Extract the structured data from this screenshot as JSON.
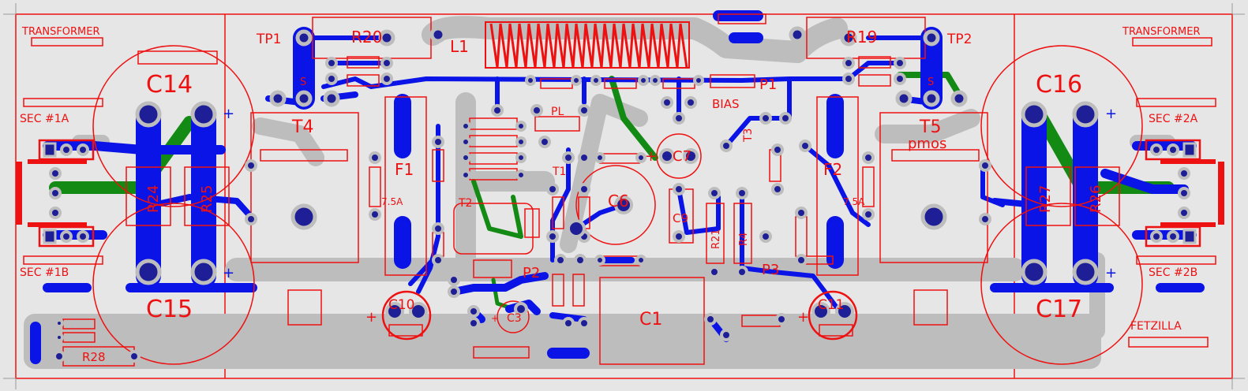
{
  "board": {
    "colors": {
      "copper_bottom": "#0a14e6",
      "copper_top": "#138a13",
      "ground_pour": "#bdbdbd",
      "silkscreen": "#ee1111",
      "background": "#e6e6e6"
    },
    "labels": {
      "transformer_left": "TRANSFORMER",
      "transformer_right": "TRANSFORMER",
      "sec1a": "SEC #1A",
      "sec1b": "SEC #1B",
      "sec2a": "SEC #2A",
      "sec2b": "SEC #2B",
      "fetzilla": "FETZILLA",
      "c14": "C14",
      "c15": "C15",
      "c16": "C16",
      "c17": "C17",
      "r24": "R24",
      "r25": "R25",
      "r26": "R26",
      "r27": "R27",
      "r28": "R28",
      "tp1": "TP1",
      "tp2": "TP2",
      "r20": "R20",
      "r19": "R19",
      "l1": "L1",
      "t4": "T4",
      "t5": "T5",
      "pmos": "pmos",
      "f1": "F1",
      "f2": "F2",
      "f1_rating": "7.5A",
      "f2_rating": "7.5A",
      "pl": "PL",
      "t1": "T1",
      "t2": "T2",
      "t3": "T3",
      "c6": "C6",
      "c7": "C7",
      "c9": "C9",
      "c10": "C10",
      "c11": "C11",
      "c3": "C3",
      "c1": "C1",
      "p1": "P1",
      "p2": "P2",
      "p3": "P3",
      "bias": "BIAS",
      "r21": "R21",
      "r4": "R4",
      "s_left": "S",
      "s_right": "S",
      "plus": "+"
    }
  }
}
